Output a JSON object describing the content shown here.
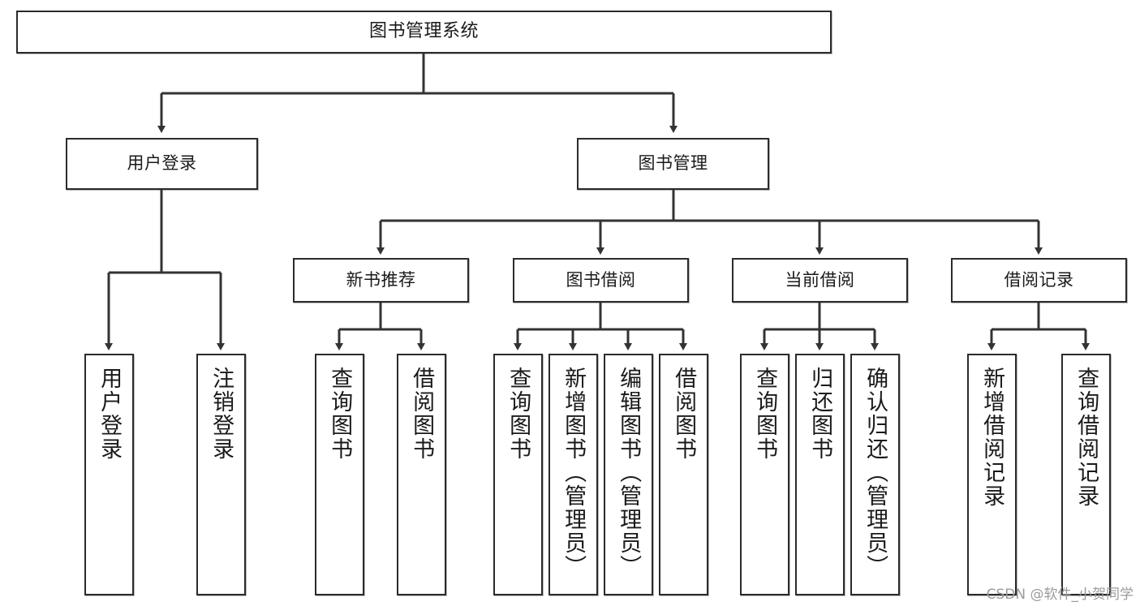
{
  "diagram": {
    "title": "图书管理系统",
    "type": "tree-hierarchy-chart",
    "watermark": "CSDN @软件_小贺同学",
    "colors": {
      "box_border": "#2b2b2b",
      "box_fill": "#ffffff",
      "edge": "#333333",
      "text": "#1a1a1a",
      "watermark": "#9a9a9a"
    },
    "nodes": {
      "root": {
        "label": "图书管理系统"
      },
      "level2": [
        {
          "label": "用户登录"
        },
        {
          "label": "图书管理"
        }
      ],
      "level3": [
        {
          "label": "新书推荐"
        },
        {
          "label": "图书借阅"
        },
        {
          "label": "当前借阅"
        },
        {
          "label": "借阅记录"
        }
      ],
      "leaves": {
        "user_login": [
          {
            "label": "用户登录"
          },
          {
            "label": "注销登录"
          }
        ],
        "new_book": [
          {
            "label": "查询图书"
          },
          {
            "label": "借阅图书"
          }
        ],
        "book_borrow": [
          {
            "label": "查询图书"
          },
          {
            "label": "新增图书（管理员）"
          },
          {
            "label": "编辑图书（管理员）"
          },
          {
            "label": "借阅图书"
          }
        ],
        "current_borrow": [
          {
            "label": "查询图书"
          },
          {
            "label": "归还图书"
          },
          {
            "label": "确认归还（管理员）"
          }
        ],
        "borrow_record": [
          {
            "label": "新增借阅记录"
          },
          {
            "label": "查询借阅记录"
          }
        ]
      }
    }
  }
}
